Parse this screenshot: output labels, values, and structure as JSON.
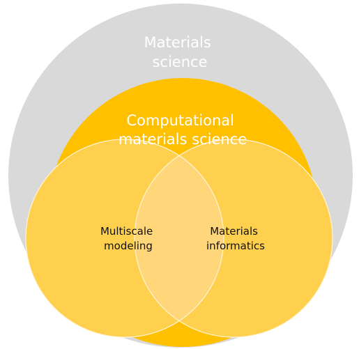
{
  "outer": {
    "label_lines": [
      "Materials",
      "science"
    ],
    "fill": "#d9d9d9"
  },
  "middle": {
    "label_lines": [
      "Computational",
      "materials science"
    ],
    "fill": "#ffc000"
  },
  "left": {
    "label_lines": [
      "Multiscale",
      "modeling"
    ],
    "fill": "#ffd04d"
  },
  "right": {
    "label_lines": [
      "Materials",
      "informatics"
    ],
    "fill": "#ffd04d"
  },
  "overlap_fill": "#ffd67a",
  "outline_color": "#fff4d6"
}
